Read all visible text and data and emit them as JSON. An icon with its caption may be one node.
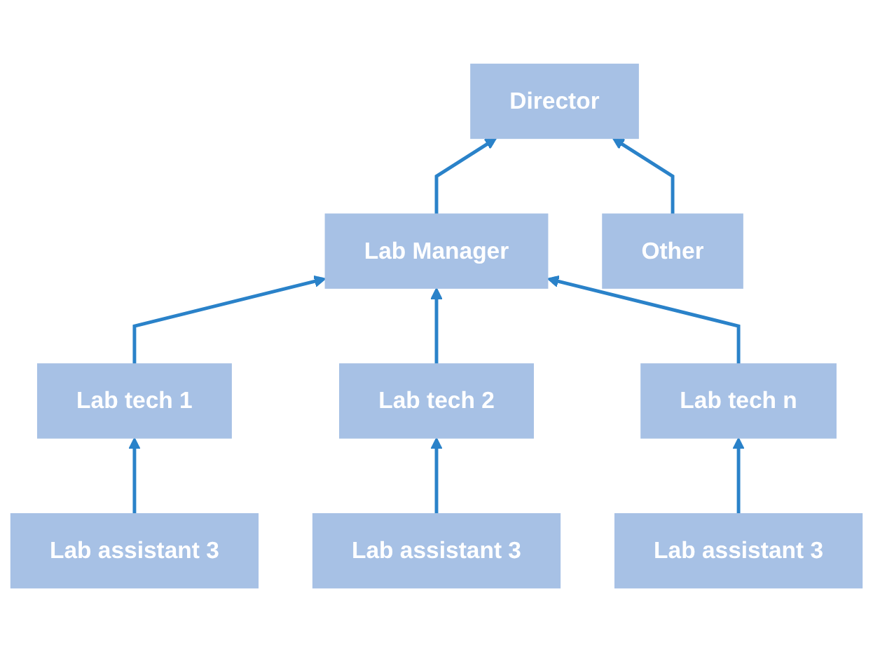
{
  "diagram": {
    "nodes": [
      {
        "text": [
          "Director"
        ]
      },
      {
        "text": [
          "Lab Manager"
        ]
      },
      {
        "text": [
          "Other"
        ]
      },
      {
        "text": [
          "Lab tech 1"
        ]
      },
      {
        "text": [
          "Lab tech 2"
        ]
      },
      {
        "text": [
          "Lab tech n"
        ]
      },
      {
        "text": [
          "Lab assistant 3"
        ]
      },
      {
        "text": [
          "Lab assistant 3"
        ]
      },
      {
        "text": [
          "Lab assistant 3"
        ]
      }
    ],
    "edges": [
      {
        "from": 1,
        "to": 0,
        "arrow": "to"
      },
      {
        "from": 2,
        "to": 0,
        "arrow": "to"
      },
      {
        "from": 3,
        "to": 1,
        "arrow": "to"
      },
      {
        "from": 4,
        "to": 1,
        "arrow": "to"
      },
      {
        "from": 5,
        "to": 1,
        "arrow": "to"
      },
      {
        "from": 6,
        "to": 3,
        "arrow": "to"
      },
      {
        "from": 7,
        "to": 4,
        "arrow": "to"
      },
      {
        "from": 8,
        "to": 5,
        "arrow": "to"
      }
    ]
  }
}
